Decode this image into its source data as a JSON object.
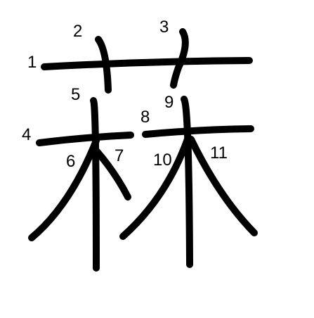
{
  "diagram": {
    "stroke_color": "#000000",
    "label_color": "#000000",
    "background_color": "#ffffff",
    "strokes": [
      {
        "order": 1,
        "label": "1"
      },
      {
        "order": 2,
        "label": "2"
      },
      {
        "order": 3,
        "label": "3"
      },
      {
        "order": 4,
        "label": "4"
      },
      {
        "order": 5,
        "label": "5"
      },
      {
        "order": 6,
        "label": "6"
      },
      {
        "order": 7,
        "label": "7"
      },
      {
        "order": 8,
        "label": "8"
      },
      {
        "order": 9,
        "label": "9"
      },
      {
        "order": 10,
        "label": "10"
      },
      {
        "order": 11,
        "label": "11"
      }
    ]
  }
}
